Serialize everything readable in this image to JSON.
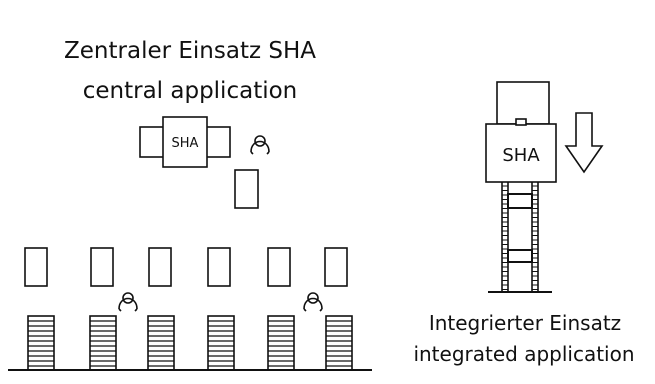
{
  "central": {
    "title_de": "Zentraler Einsatz SHA",
    "title_en": "central application",
    "device_label": "SHA"
  },
  "integrated": {
    "title_de": "Integrierter Einsatz",
    "title_en": "integrated application",
    "device_label": "SHA"
  },
  "colors": {
    "ink": "#111111",
    "paper": "#ffffff"
  },
  "icons": [
    "operator-icon",
    "down-arrow-icon",
    "shelf-rack-icon",
    "ladder-frame-icon",
    "workstation-box-icon"
  ]
}
